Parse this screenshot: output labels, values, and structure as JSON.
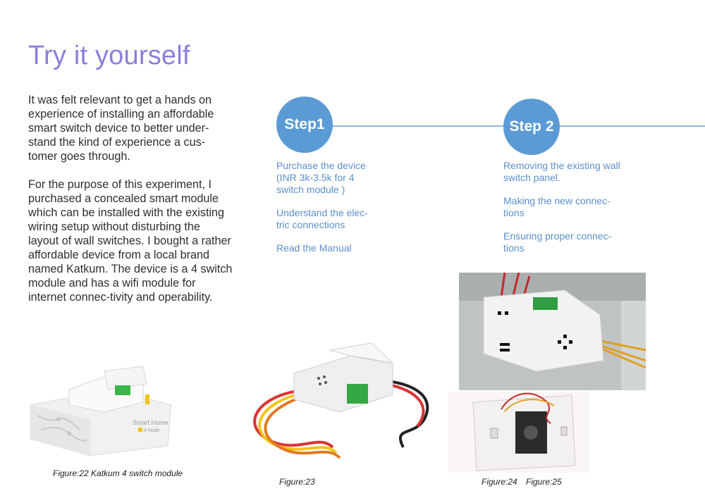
{
  "title": "Try it yourself",
  "intro": {
    "paragraph1": "It was felt relevant to get a hands on experience of installing an affordable smart switch device to better under-stand the kind of experience a cus-tomer goes through.",
    "paragraph2": "For the purpose of this experiment, I purchased a concealed smart module which can be installed with the existing wiring setup without disturbing the layout of wall switches. I bought a rather affordable device from a local brand named Katkum. The device is a 4 switch module and has a wifi module for internet connec-tivity and operability."
  },
  "steps": [
    {
      "label": "Step1",
      "items": [
        "Purchase the device (INR 3k-3.5k for 4 switch module )",
        "Understand the elec-tric connections",
        "Read the Manual"
      ]
    },
    {
      "label": "Step 2",
      "items": [
        "Removing the existing wall switch panel.",
        "Making the new connec-tions",
        "Ensuring proper connec-tions"
      ]
    }
  ],
  "figures": {
    "fig22": {
      "caption": "Figure:22 Katkum 4 switch module",
      "box_text": "Smart Home",
      "box_subtext": "4 Node"
    },
    "fig23": {
      "caption": "Figure:23"
    },
    "fig24": {
      "caption": "Figure:24"
    },
    "fig25": {
      "caption": "Figure:25"
    }
  },
  "colors": {
    "title": "#8b7fdc",
    "step_circle": "#5b9bd5",
    "step_text": "#5b8fc9",
    "line": "#8fb6dc"
  }
}
